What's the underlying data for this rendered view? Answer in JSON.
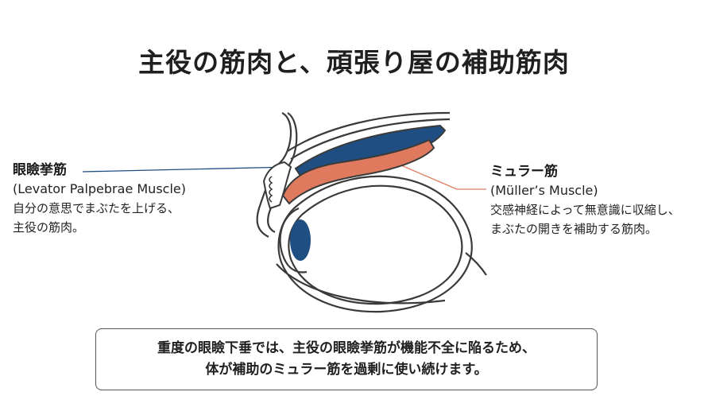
{
  "title": "主役の筋肉と、頑張り屋の補助筋肉",
  "labels": {
    "levator": {
      "name": "眼瞼挙筋",
      "latin": "(Levator Palpebrae Muscle)",
      "desc1": "自分の意思でまぶたを上げる、",
      "desc2": "主役の筋肉。",
      "color": "#1f4e82"
    },
    "muller": {
      "name": "ミュラー筋",
      "latin": "(Müller’s Muscle)",
      "desc1": "交感神経によって無意識に収縮し、",
      "desc2": "まぶたの開きを補助する筋肉。",
      "color": "#e07a5f"
    }
  },
  "note": {
    "line1": "重度の眼瞼下垂では、主役の眼瞼挙筋が機能不全に陥るため、",
    "line2": "体が補助のミュラー筋を過剰に使い続けます。"
  },
  "colors": {
    "outline": "#3a3a3a",
    "levator": "#1f4e82",
    "muller": "#e07a5f",
    "iris": "#1f4e82"
  }
}
